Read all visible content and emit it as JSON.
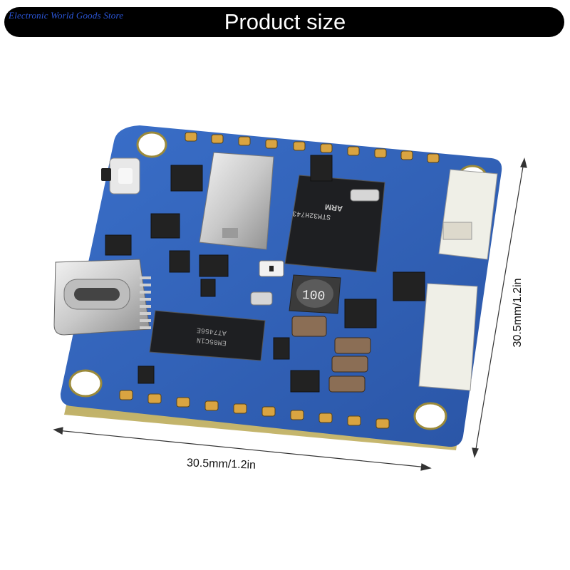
{
  "header": {
    "store_name": "Electronic World Goods Store",
    "title": "Product size"
  },
  "dimensions": {
    "width_label": "30.5mm/1.2in",
    "height_label": "30.5mm/1.2in"
  },
  "chips": {
    "mcu_line1": "STM32H743",
    "mcu_line2": "ARM",
    "inductor": "100",
    "osd_line1": "AT7456E",
    "osd_line2": "EM05C1N"
  },
  "colors": {
    "pcb_blue": "#2f5fb8",
    "pad_gold": "#d9a441",
    "title_text": "#ffffff",
    "store_text": "#2b56d8"
  }
}
